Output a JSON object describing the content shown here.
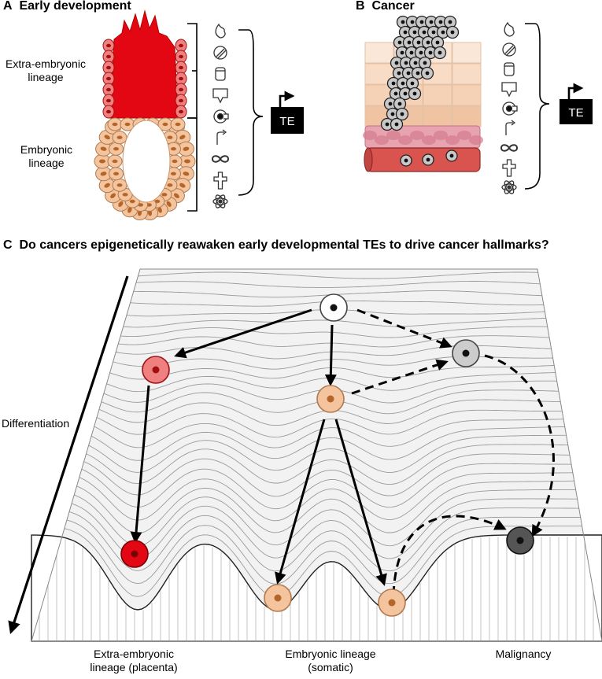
{
  "panel_a": {
    "letter": "A",
    "title": "Early development",
    "label_extra": [
      "Extra-embryonic",
      "lineage"
    ],
    "label_embryonic": [
      "Embryonic",
      "lineage"
    ],
    "te_badge": "TE"
  },
  "panel_b": {
    "letter": "B",
    "title": "Cancer",
    "te_badge": "TE"
  },
  "panel_c": {
    "letter": "C",
    "title": "Do cancers epigenetically reawaken early developmental TEs to drive cancer hallmarks?",
    "axis_label": "Differentiation",
    "bottom_labels": [
      [
        "Extra-embryonic",
        "lineage (placenta)"
      ],
      [
        "Embryonic lineage",
        "(somatic)"
      ],
      [
        "Malignancy"
      ]
    ]
  },
  "hallmark_icons": [
    "fire-icon",
    "blocked-icon",
    "cylinder-icon",
    "speech-box-icon",
    "immune-evasion-icon",
    "arrow-turn-icon",
    "infinity-icon",
    "cross-icon",
    "atom-icon"
  ],
  "colors": {
    "extra_embryonic": "#e30613",
    "embryonic": "#f4c49e",
    "malignant": "#555555",
    "stem": "#ffffff",
    "grey_cell": "#cccccc",
    "blood_vessel": "#d9534f"
  }
}
